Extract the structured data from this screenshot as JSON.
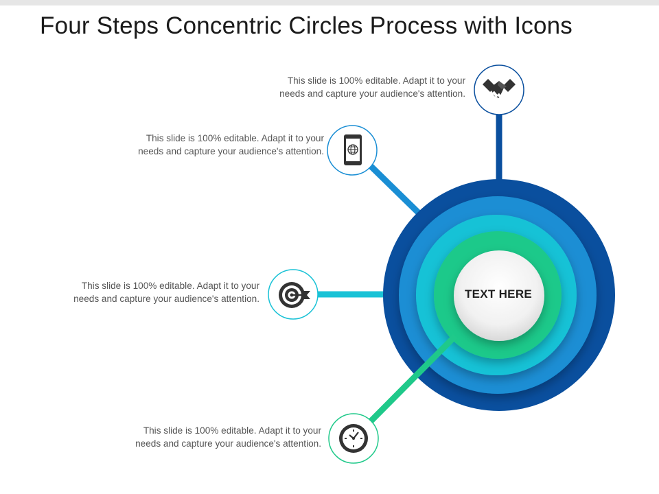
{
  "title": "Four Steps Concentric Circles Process with Icons",
  "center_label": "TEXT HERE",
  "steps": [
    {
      "line1": "This slide is 100% editable. Adapt it to your",
      "line2": "needs and capture your audience's attention.",
      "icon": "handshake-icon",
      "color": "#0a4f9e"
    },
    {
      "line1": "This slide is 100% editable. Adapt it to your",
      "line2": "needs and capture your audience's attention.",
      "icon": "smartphone-globe-icon",
      "color": "#1a8ed4"
    },
    {
      "line1": "This slide is 100% editable. Adapt it to your",
      "line2": "needs and capture your audience's attention.",
      "icon": "target-arrow-icon",
      "color": "#19c2d6"
    },
    {
      "line1": "This slide is 100% editable. Adapt it to your",
      "line2": "needs and capture your audience's attention.",
      "icon": "clock-icon",
      "color": "#1fc98a"
    }
  ]
}
